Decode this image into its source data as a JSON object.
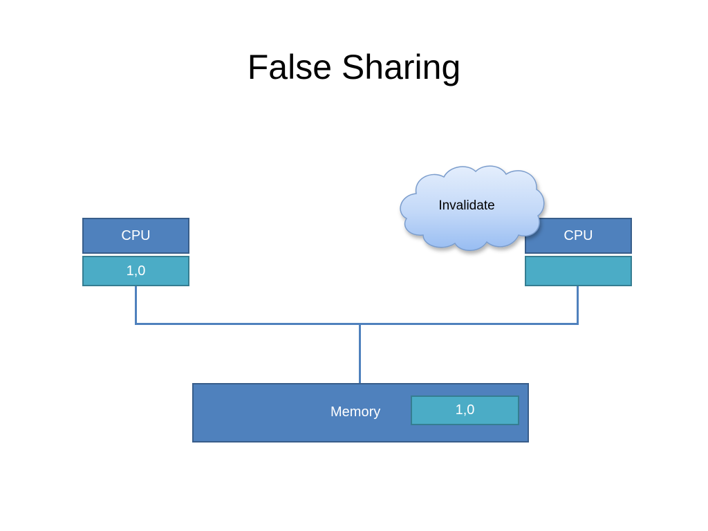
{
  "slide": {
    "title": "False Sharing"
  },
  "diagram": {
    "cpu_left": {
      "label": "CPU",
      "cache_value": "1,0"
    },
    "cpu_right": {
      "label": "CPU",
      "cache_value": ""
    },
    "memory": {
      "label": "Memory",
      "cell_value": "1,0"
    },
    "cloud": {
      "label": "Invalidate"
    }
  },
  "colors": {
    "cpu_fill": "#4f81bd",
    "cache_fill": "#4bacc6",
    "bus_line": "#4f81bd",
    "cloud_fill": "#a9c8f5"
  }
}
